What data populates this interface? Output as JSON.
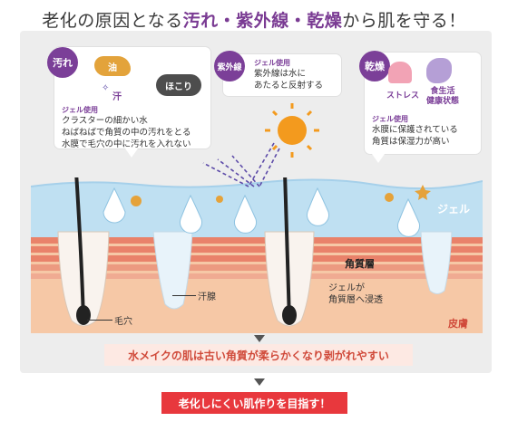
{
  "title": {
    "part1": "老化の原因となる",
    "hl1": "汚れ",
    "dot1": "・",
    "hl2": "紫外線",
    "dot2": "・",
    "hl3": "乾燥",
    "part2": "から肌を守る！"
  },
  "callouts": {
    "dirt": {
      "badge": "汚れ",
      "icons": {
        "oil": "油",
        "sweat": "汗",
        "dust": "ほこり"
      },
      "sub": "ジェル使用",
      "lines": [
        "クラスターの細かい水",
        "ねばねばで角質の中の汚れをとる",
        "水膜で毛穴の中に汚れを入れない"
      ]
    },
    "uv": {
      "badge": "紫外線",
      "sub": "ジェル使用",
      "lines": [
        "紫外線は水に",
        "あたると反射する"
      ]
    },
    "dry": {
      "badge": "乾燥",
      "icons": {
        "stress": "ストレス",
        "diet_line1": "食生活",
        "diet_line2": "健康状態"
      },
      "sub": "ジェル使用",
      "lines": [
        "水膜に保護されている",
        "角質は保湿力が高い"
      ]
    }
  },
  "diagram": {
    "gel": "ジェル",
    "stratum": "角質層",
    "sweat_gland": "汗腺",
    "pore": "毛穴",
    "penetration_line1": "ジェルが",
    "penetration_line2": "角質層へ浸透",
    "skin": "皮膚"
  },
  "result1": "水メイクの肌は古い角質が柔らかくなり剥がれやすい",
  "result2": "老化しにくい肌作りを目指す！",
  "colors": {
    "purple": "#7b3f98",
    "red": "#e8383d",
    "gel_blue": "#bfe0f2",
    "skin_orange": "#f6c8a6",
    "corneum_red": "#e9826a"
  }
}
